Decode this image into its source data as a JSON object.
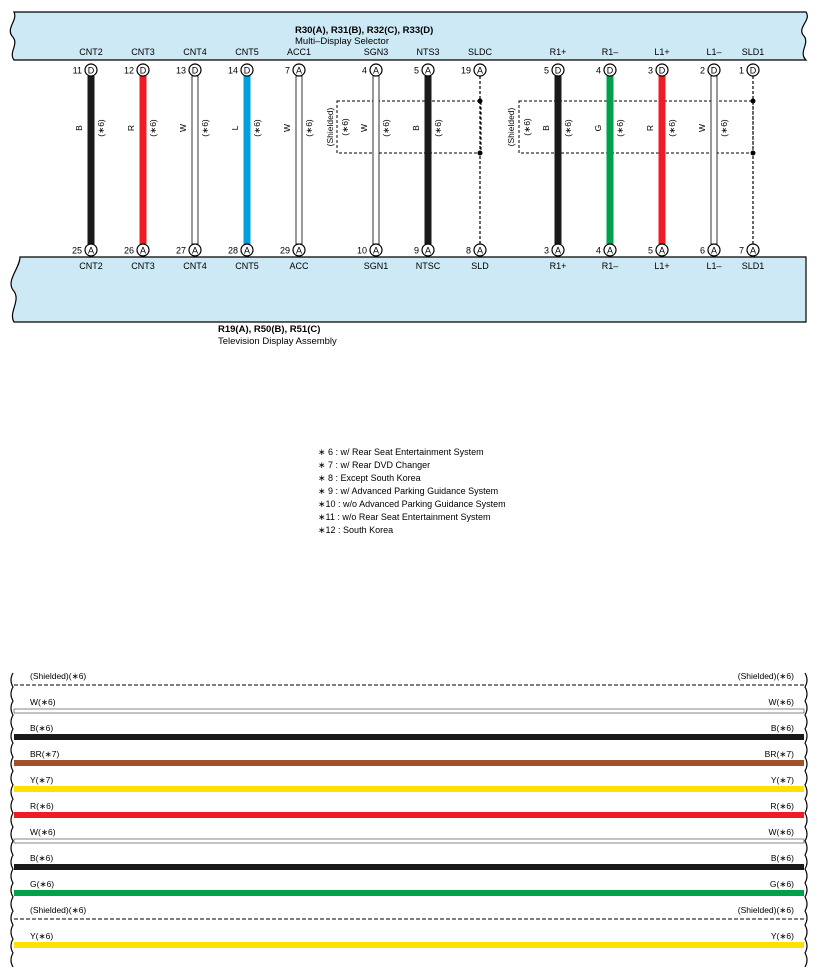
{
  "top_connector": {
    "title": "R30(A), R31(B), R32(C), R33(D)",
    "subtitle": "Multi–Display Selector",
    "pins": [
      {
        "name": "CNT2",
        "num": "11",
        "letter": "D"
      },
      {
        "name": "CNT3",
        "num": "12",
        "letter": "D"
      },
      {
        "name": "CNT4",
        "num": "13",
        "letter": "D"
      },
      {
        "name": "CNT5",
        "num": "14",
        "letter": "D"
      },
      {
        "name": "ACC1",
        "num": "7",
        "letter": "A"
      },
      {
        "name": "SGN3",
        "num": "4",
        "letter": "A"
      },
      {
        "name": "NTS3",
        "num": "5",
        "letter": "A"
      },
      {
        "name": "SLDC",
        "num": "19",
        "letter": "A"
      },
      {
        "name": "R1+",
        "num": "5",
        "letter": "D"
      },
      {
        "name": "R1–",
        "num": "4",
        "letter": "D"
      },
      {
        "name": "L1+",
        "num": "3",
        "letter": "D"
      },
      {
        "name": "L1–",
        "num": "2",
        "letter": "D"
      },
      {
        "name": "SLD1",
        "num": "1",
        "letter": "D"
      }
    ]
  },
  "bottom_connector": {
    "title": "R19(A), R50(B), R51(C)",
    "subtitle": "Television Display Assembly",
    "pins": [
      {
        "name": "CNT2",
        "num": "25",
        "letter": "A"
      },
      {
        "name": "CNT3",
        "num": "26",
        "letter": "A"
      },
      {
        "name": "CNT4",
        "num": "27",
        "letter": "A"
      },
      {
        "name": "CNT5",
        "num": "28",
        "letter": "A"
      },
      {
        "name": "ACC",
        "num": "29",
        "letter": "A"
      },
      {
        "name": "SGN1",
        "num": "10",
        "letter": "A"
      },
      {
        "name": "NTSC",
        "num": "9",
        "letter": "A"
      },
      {
        "name": "SLD",
        "num": "8",
        "letter": "A"
      },
      {
        "name": "R1+",
        "num": "3",
        "letter": "A"
      },
      {
        "name": "R1–",
        "num": "4",
        "letter": "A"
      },
      {
        "name": "L1+",
        "num": "5",
        "letter": "A"
      },
      {
        "name": "L1–",
        "num": "6",
        "letter": "A"
      },
      {
        "name": "SLD1",
        "num": "7",
        "letter": "A"
      }
    ]
  },
  "wires": [
    {
      "color_code": "B",
      "note": "(∗6)",
      "color": "#1a1a1a"
    },
    {
      "color_code": "R",
      "note": "(∗6)",
      "color": "#ee1c25"
    },
    {
      "color_code": "W",
      "note": "(∗6)",
      "color": "#ffffff"
    },
    {
      "color_code": "L",
      "note": "(∗6)",
      "color": "#00a0e3"
    },
    {
      "color_code": "W",
      "note": "(∗6)",
      "color": "#ffffff"
    },
    {
      "color_code": "W",
      "note": "(∗6)",
      "color": "#ffffff"
    },
    {
      "color_code": "B",
      "note": "(∗6)",
      "color": "#1a1a1a"
    },
    {
      "color_code": "",
      "note": "",
      "color": "shield"
    },
    {
      "color_code": "B",
      "note": "(∗6)",
      "color": "#1a1a1a"
    },
    {
      "color_code": "G",
      "note": "(∗6)",
      "color": "#00a14b"
    },
    {
      "color_code": "R",
      "note": "(∗6)",
      "color": "#ee1c25"
    },
    {
      "color_code": "W",
      "note": "(∗6)",
      "color": "#ffffff"
    },
    {
      "color_code": "",
      "note": "",
      "color": "shield"
    }
  ],
  "shield_groups": [
    {
      "label": "(Shielded)",
      "note": "(∗6)"
    },
    {
      "label": "(Shielded)",
      "note": "(∗6)"
    }
  ],
  "notes": [
    "∗ 6 : w/ Rear Seat Entertainment System",
    "∗ 7 : w/ Rear DVD Changer",
    "∗ 8 : Except South Korea",
    "∗ 9 : w/ Advanced Parking Guidance System",
    "∗10 : w/o Advanced Parking Guidance System",
    "∗11 : w/o Rear Seat Entertainment System",
    "∗12 : South Korea"
  ],
  "horizontal_wires": [
    {
      "label": "(Shielded)(∗6)",
      "color": "shield"
    },
    {
      "label": "W(∗6)",
      "color": "#ffffff"
    },
    {
      "label": "B(∗6)",
      "color": "#1a1a1a"
    },
    {
      "label": "BR(∗7)",
      "color": "#a0522d"
    },
    {
      "label": "Y(∗7)",
      "color": "#ffe000"
    },
    {
      "label": "R(∗6)",
      "color": "#ee1c25"
    },
    {
      "label": "W(∗6)",
      "color": "#ffffff"
    },
    {
      "label": "B(∗6)",
      "color": "#1a1a1a"
    },
    {
      "label": "G(∗6)",
      "color": "#00a14b"
    },
    {
      "label": "(Shielded)(∗6)",
      "color": "shield"
    },
    {
      "label": "Y(∗6)",
      "color": "#ffe000"
    }
  ],
  "colors": {
    "connector_fill": "#cde9f5",
    "outline": "#000000"
  }
}
